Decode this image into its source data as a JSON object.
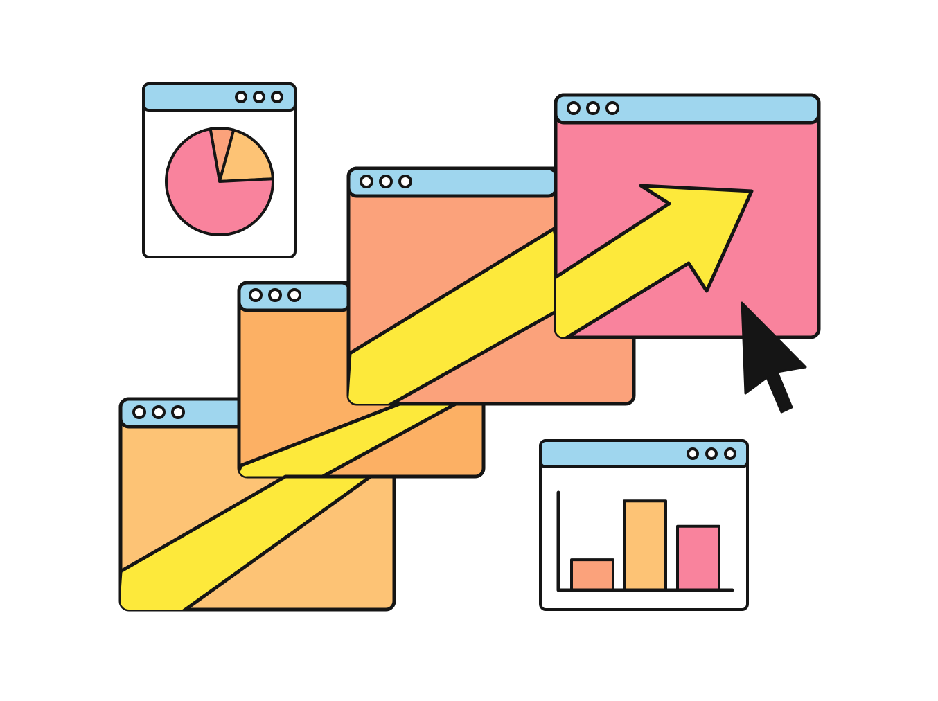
{
  "colors": {
    "background": "#ffffff",
    "outline": "#151515",
    "titlebar": "#9fd6ee",
    "window_white": "#ffffff",
    "window_light_orange": "#fdc375",
    "window_orange": "#fcb064",
    "window_salmon": "#fba27b",
    "window_pink": "#f9839d",
    "arrow": "#fde93b",
    "pie_pink": "#f9839d",
    "pie_salmon": "#fba27b",
    "pie_light_orange": "#fdc375",
    "bar_salmon": "#fba27b",
    "bar_light_orange": "#fdc375",
    "bar_pink": "#f9839d",
    "cursor": "#151515"
  },
  "icons": {
    "window_controls": "three-dot-icon",
    "trend": "up-arrow-icon",
    "pointer": "mouse-cursor-icon"
  },
  "chart_data": [
    {
      "type": "pie",
      "values": [
        0.73,
        0.07,
        0.2
      ]
    },
    {
      "type": "bar",
      "values": [
        1,
        2.93,
        2.1
      ],
      "ylim": [
        0,
        3.3
      ]
    }
  ]
}
